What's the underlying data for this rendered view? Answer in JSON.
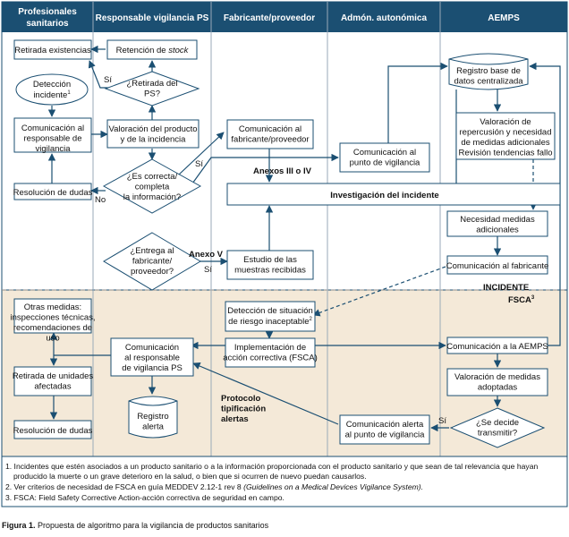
{
  "headers": [
    "Profesionales sanitarios",
    "Responsable vigilancia PS",
    "Fabricante/proveedor",
    "Admón. autonómica",
    "AEMPS"
  ],
  "nodes": {
    "retirada_existencias": "Retirada existencias",
    "retencion_stock_pre": "Retención de ",
    "retencion_stock_em": "stock",
    "deteccion_incidente": "Detección incidente",
    "deteccion_sup": "1",
    "comunicacion_resp_vigilancia": "Comunicación al responsable de vigilancia",
    "resolucion_dudas_1": "Resolución de dudas",
    "retirada_ps_q": "¿Retirada del PS?",
    "valoracion_producto": "Valoración del producto y de la incidencia",
    "correcta_q": "¿Es correcta/ completa la información?",
    "entrega_q": "¿Entrega al fabricante/ proveedor?",
    "comunicacion_fabricante_1": "Comunicación al fabricante/proveedor",
    "estudio_muestras": "Estudio de las muestras recibidas",
    "comunicacion_punto_vigilancia_1": "Comunicación al punto de vigilancia",
    "registro_base": "Registro base de datos centralizada",
    "valoracion_repercusion": "Valoración de repercusión y necesidad de medidas adicionales Revisión tendencias fallo",
    "investigacion": "Investigación del incidente",
    "necesidad_medidas": "Necesidad medidas adicionales",
    "comunicacion_fabricante_2": "Comunicación al fabricante",
    "otras_medidas": "Otras medidas: inspecciones técnicas, recomendaciones de uso",
    "retirada_unidades": "Retirada de unidades afectadas",
    "resolucion_dudas_2": "Resolución de dudas",
    "comunicacion_resp_vigilancia_ps": "Comunicación al responsable de vigilancia PS",
    "registro_alerta": "Registro alerta",
    "deteccion_riesgo": "Detección de situación de riesgo inaceptable",
    "deteccion_riesgo_sup": "2",
    "implementacion": "Implementación de acción correctiva (FSCA)",
    "comunicacion_aemps": "Comunicación a la AEMPS",
    "valoracion_medidas": "Valoración de medidas adoptadas",
    "transmitir_q": "¿Se decide transmitir?",
    "comunicacion_alerta": "Comunicación alerta al punto de vigilancia"
  },
  "labels": {
    "si": "Sí",
    "no": "No",
    "anexos": "Anexos III o IV",
    "anexo_v": "Anexo V",
    "incidente": "INCIDENTE",
    "fsca": "FSCA",
    "fsca_sup": "3",
    "protocolo": "Protocolo tipificación alertas"
  },
  "notes": [
    "1. Incidentes que estén asociados a un producto sanitario o a la información proporcionada con el producto sanitario y que sean de tal relevancia que hayan producido la muerte o un grave deterioro en la salud, o bien que si ocurren de nuevo puedan causarlos.",
    "2. Ver criterios de necesidad de FSCA en guía MEDDEV 2.12-1 rev 8 ",
    "(Guidelines on a Medical Devices Vigilance System).",
    "3. FSCA: Field Safety Corrective Action-acción correctiva de seguridad en campo."
  ],
  "caption": {
    "label": "Figura 1.",
    "text": " Propuesta de algoritmo para la vigilancia de productos sanitarios"
  },
  "colors": {
    "header_bg": "#1b4f72",
    "lower_bg": "#f4e9d8",
    "line": "#1b4f72"
  }
}
